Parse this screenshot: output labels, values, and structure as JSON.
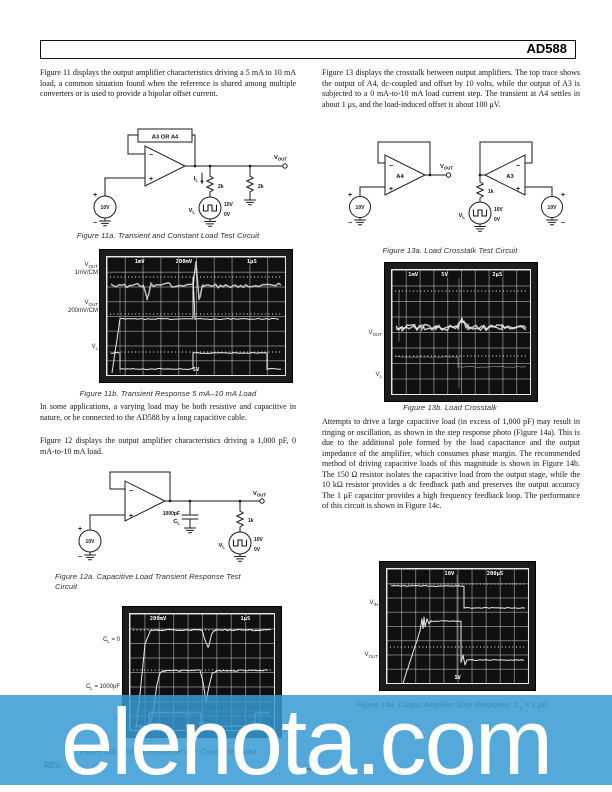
{
  "header": {
    "part_number": "AD588"
  },
  "sym": {
    "minus": "−",
    "plus": "+"
  },
  "left": {
    "para1": "Figure 11 displays the output amplifier characteristics driving a 5 mA to 10 mA load, a common situation found when the reference is shared among multiple converters or is used to provide a bipolar offset current.",
    "fig11a": {
      "caption": "Figure 11a. Transient and Constant Load Test Circuit",
      "amp_box": "A3 OR A4",
      "supply": "10V",
      "vout": {
        "pre": "V",
        "sub": "OUT"
      },
      "il": {
        "pre": "I",
        "sub": "L"
      },
      "r1": "2k",
      "r2": "2k",
      "vl": {
        "pre": "V",
        "sub": "L"
      },
      "pulse_high": "10V",
      "pulse_low": "0V"
    },
    "fig11b": {
      "caption": "Figure 11b. Transient Response 5 mA–10 mA Load",
      "top_labels": [
        "1mV",
        "200mV",
        "1μS"
      ],
      "bottom_label": "5V",
      "side": [
        {
          "pre": "V",
          "sub": "OUT",
          "post": "",
          "l2": "1mV/CM"
        },
        {
          "pre": "V",
          "sub": "OUT",
          "post": "",
          "l2": "200mV/CM"
        },
        {
          "pre": "V",
          "sub": "L",
          "post": "",
          "l2": ""
        }
      ]
    },
    "para2": "In some applications, a varying load may be both resistive and capacitive in nature, or be connected to the AD588 by a long capacitive cable.",
    "para3": "Figure 12 displays the output amplifier characteristics driving a 1,000 pF, 0 mA-to-10 mA load.",
    "fig12a": {
      "caption_line1": "Figure 12a. Capacitive Load Transient Response Test",
      "caption_line2": "Circuit",
      "supply": "10V",
      "cap_val": "1000pF",
      "cap": {
        "pre": "C",
        "sub": "L"
      },
      "r1": "1k",
      "vout": {
        "pre": "V",
        "sub": "OUT"
      },
      "vl": {
        "pre": "V",
        "sub": "L"
      },
      "pulse_high": "10V",
      "pulse_low": "0V"
    },
    "fig12b": {
      "caption": "Figure 12b. Output Response with Capacitive Load",
      "top_labels": [
        "200mV",
        "1μS"
      ],
      "bottom_label": "5V",
      "side": [
        {
          "pre": "C",
          "sub": "L",
          "post": " = 0",
          "l2": ""
        },
        {
          "pre": "C",
          "sub": "L",
          "post": " = 1000pF",
          "l2": ""
        },
        {
          "pre": "V",
          "sub": "L",
          "post": "",
          "l2": ""
        }
      ]
    }
  },
  "right": {
    "para1": "Figure 13 displays the crosstalk between output amplifiers. The top trace shows the output of A4, dc-coupled and offset by 10 volts, while the output of A3 is subjected to a 0 mA-to-10 mA load current step. The transient at A4 settles in about 1 μs, and the load-induced offset is about 100 μV.",
    "fig13a": {
      "caption": "Figure 13a. Load Crosstalk Test Circuit",
      "amp_left": "A4",
      "amp_right": "A3",
      "supply_left": "10V",
      "supply_right": "10V",
      "r1": "1k",
      "vout": {
        "pre": "V",
        "sub": "OUT"
      },
      "vl": {
        "pre": "V",
        "sub": "L"
      },
      "pulse_high": "10V",
      "pulse_low": "0V"
    },
    "fig13b": {
      "caption": "Figure 13b. Load Crosstalk",
      "top_labels": [
        "1mV",
        "5V",
        "2μS"
      ],
      "side": [
        {
          "pre": "V",
          "sub": "OUT",
          "post": "",
          "l2": ""
        },
        {
          "pre": "V",
          "sub": "L",
          "post": "",
          "l2": ""
        }
      ]
    },
    "para2": "Attempts to drive a large capacitive load (in excess of 1,000 pF) may result in ringing or oscillation, as shown in the step response photo (Figure 14a). This is due to the additional pole formed by the load capacitance and the output impedance of the amplifier, which consumes phase margin. The recommended method of driving capacitive loads of this magnitude is shown in Figure 14b. The 150 Ω resistor isolates the capacitive load from the output stage, while the 10 kΩ resistor provides a dc feedback path and preserves the output accuracy The 1 μF capacitor provides a high frequency feedback loop. The performance of this circuit is shown in Figure 14c.",
    "fig14a": {
      "cap_pre": "Figure 14a. Output Amplifier Step Response, C",
      "cap_sub": "L",
      "cap_post": " = 1 μF",
      "top_labels": [
        "10V",
        "200μS"
      ],
      "bottom_label": "1V",
      "side": [
        {
          "pre": "V",
          "sub": "IN",
          "post": "",
          "l2": ""
        },
        {
          "pre": "V",
          "sub": "OUT",
          "post": "",
          "l2": ""
        }
      ]
    }
  },
  "footer": {
    "rev": "REV.",
    "page_dash": "–"
  },
  "watermark": {
    "text": "elenota.com",
    "color": "#3799d4"
  }
}
